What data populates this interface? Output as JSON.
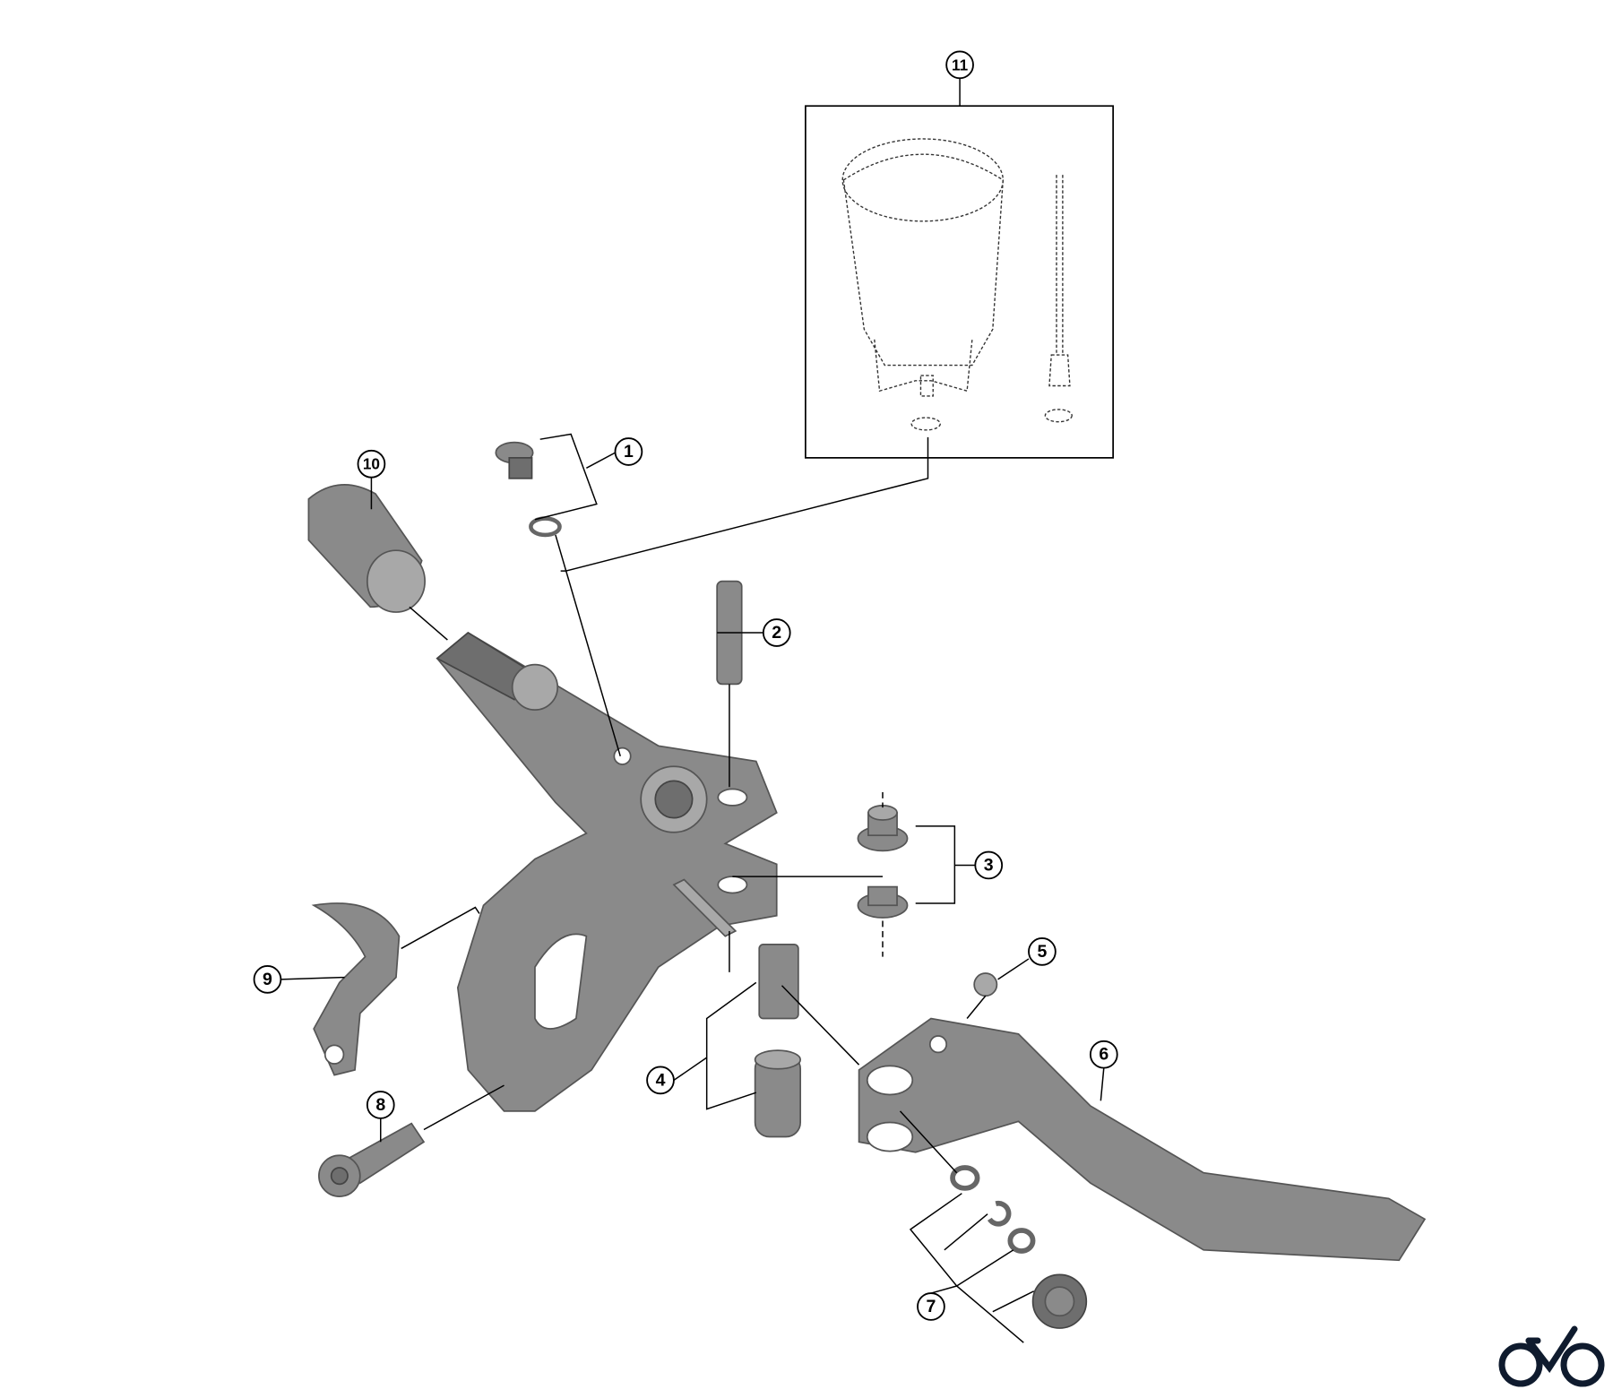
{
  "diagram": {
    "callouts": [
      "1",
      "2",
      "3",
      "4",
      "5",
      "6",
      "7",
      "8",
      "9",
      "10",
      "11"
    ],
    "brand_logo": "bicycle-logo"
  },
  "colors": {
    "part_gray": "#8a8a8a",
    "line": "#000000",
    "logo": "#0f1b2e"
  }
}
